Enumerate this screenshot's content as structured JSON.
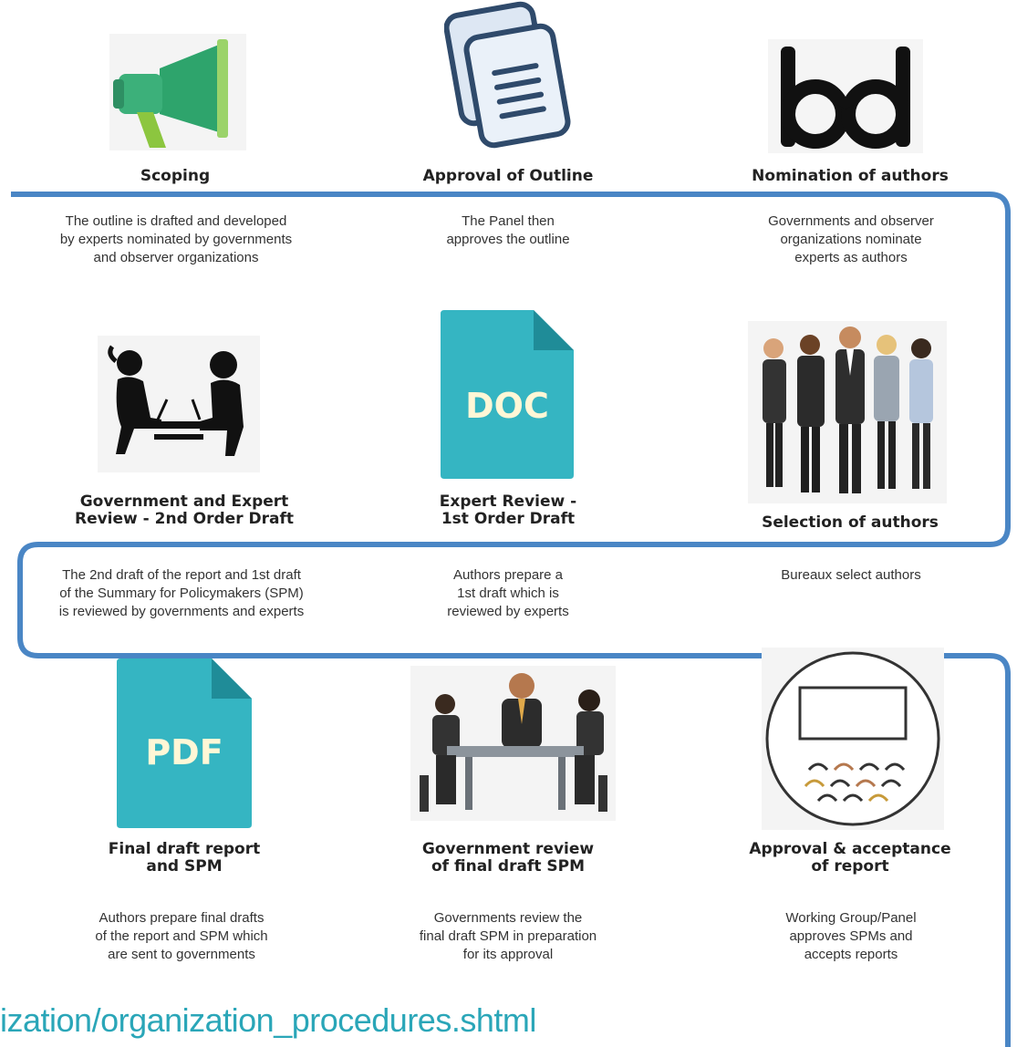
{
  "steps": [
    {
      "title": "Scoping",
      "desc": [
        "The outline is drafted and developed",
        "by experts nominated by governments",
        "and observer organizations"
      ]
    },
    {
      "title": "Approval of Outline",
      "desc": [
        "The Panel then",
        "approves the outline"
      ]
    },
    {
      "title": "Nomination of authors",
      "desc": [
        "Governments and observer",
        "organizations nominate",
        "experts as authors"
      ]
    },
    {
      "title": [
        "Government and Expert",
        "Review - 2nd Order Draft"
      ],
      "desc": [
        "The 2nd draft of the report and 1st draft",
        "of the Summary for Policymakers (SPM)",
        "is reviewed by governments and experts"
      ]
    },
    {
      "title": [
        "Expert Review -",
        "1st Order Draft"
      ],
      "desc": [
        "Authors prepare a",
        "1st draft which is",
        "reviewed by experts"
      ]
    },
    {
      "title": "Selection of authors",
      "desc": [
        "Bureaux select authors"
      ]
    },
    {
      "title": [
        "Final draft report",
        "and SPM"
      ],
      "desc": [
        "Authors prepare final drafts",
        "of the report and SPM which",
        "are sent to governments"
      ]
    },
    {
      "title": [
        "Government review",
        "of final draft SPM"
      ],
      "desc": [
        "Governments review the",
        "final draft SPM in preparation",
        "for its approval"
      ]
    },
    {
      "title": [
        "Approval & acceptance",
        "of report"
      ],
      "desc": [
        "Working Group/Panel",
        "approves SPMs and",
        "accepts reports"
      ]
    }
  ],
  "icons": {
    "doc_label": "DOC",
    "pdf_label": "PDF"
  },
  "url_text": "ization/organization_procedures.shtml",
  "colors": {
    "flow_line": "#4a86c5",
    "teal": "#35b5c2",
    "teal_dark": "#1f8c98",
    "url": "#2aa6b8"
  }
}
